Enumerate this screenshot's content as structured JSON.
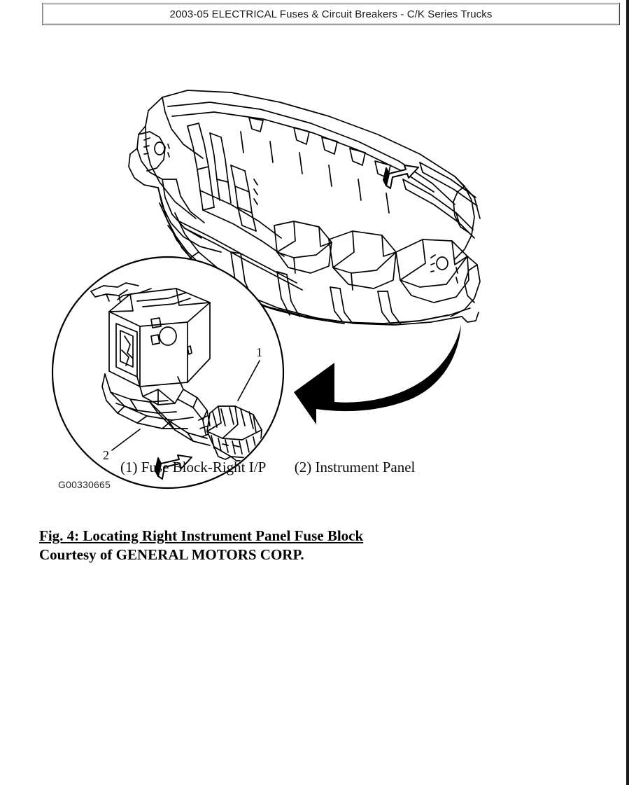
{
  "header": {
    "title": "2003-05 ELECTRICAL Fuses & Circuit Breakers - C/K Series Trucks"
  },
  "figure": {
    "graphic_id": "G00330665",
    "callouts": [
      {
        "number": "1",
        "target": "fuse-block-right-ip"
      },
      {
        "number": "2",
        "target": "instrument-panel"
      }
    ],
    "legend": [
      {
        "label": "(1) Fuse Block-Right I/P"
      },
      {
        "label": "(2) Instrument Panel"
      }
    ],
    "illustration_alt": "Line drawing of instrument panel frame assembly with magnified detail circle showing right instrument panel fuse block location",
    "line_color": "#000000",
    "arrow_color": "#000000"
  },
  "caption": {
    "line1": "Fig. 4: Locating Right Instrument Panel Fuse Block",
    "line2": "Courtesy of GENERAL MOTORS CORP."
  }
}
